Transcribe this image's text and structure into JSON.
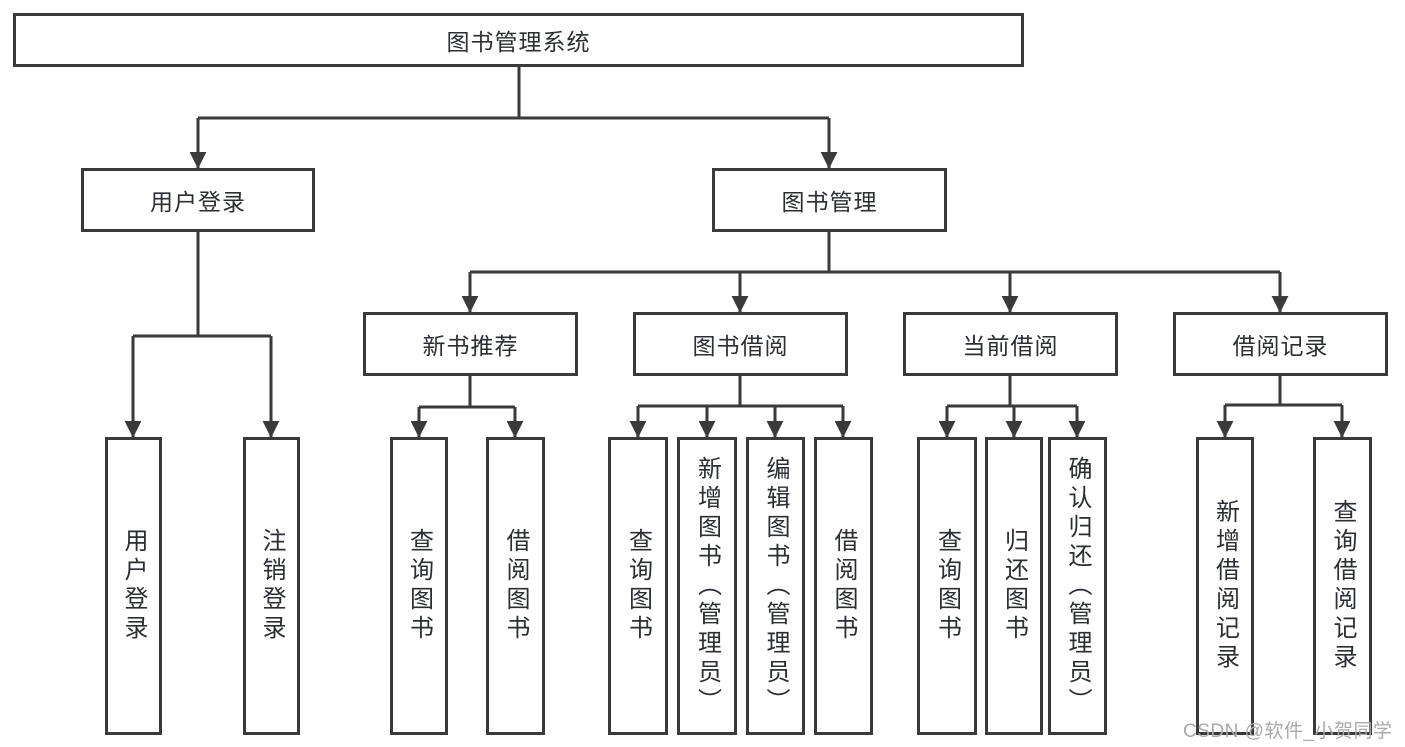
{
  "diagram": {
    "title_node": "图书管理系统",
    "level2": {
      "user_login": "用户登录",
      "book_management": "图书管理"
    },
    "level3": {
      "new_book_recommend": "新书推荐",
      "book_borrowing": "图书借阅",
      "current_borrowing": "当前借阅",
      "borrowing_records": "借阅记录"
    },
    "leaves": {
      "user_login": [
        "用户登录",
        "注销登录"
      ],
      "new_book_recommend": [
        "查询图书",
        "借阅图书"
      ],
      "book_borrowing": [
        "查询图书",
        "新增图书（管理员）",
        "编辑图书（管理员）",
        "借阅图书"
      ],
      "current_borrowing": [
        "查询图书",
        "归还图书",
        "确认归还（管理员）"
      ],
      "borrowing_records": [
        "新增借阅记录",
        "查询借阅记录"
      ]
    }
  },
  "watermark": "CSDN @软件_小贺同学",
  "colors": {
    "line": "#3a3a3a",
    "text": "#2b2e33",
    "watermark": "#a9a9a9",
    "background": "#ffffff"
  }
}
